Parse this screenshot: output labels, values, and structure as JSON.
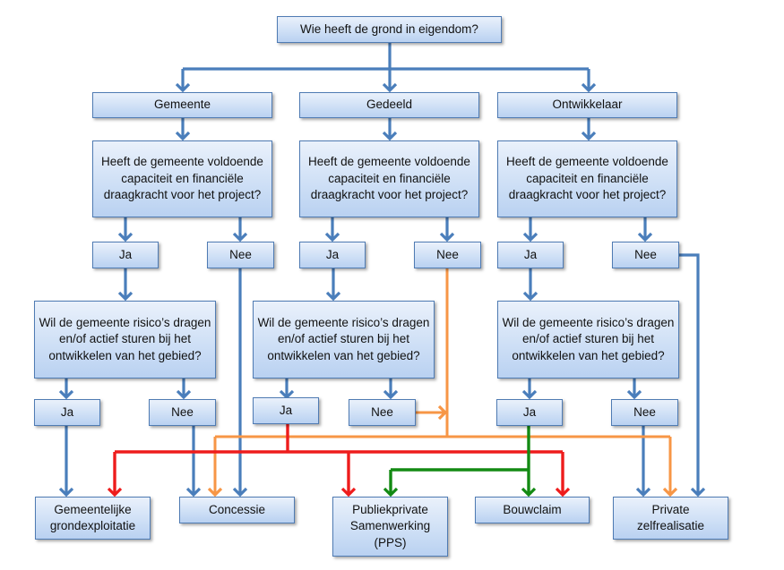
{
  "diagram": {
    "root": "Wie heeft de grond in eigendom?",
    "branches": [
      {
        "label": "Gemeente",
        "question1": "Heeft de gemeente voldoende capaciteit en financiële draagkracht voor het project?",
        "yes1": "Ja",
        "no1": "Nee",
        "question2": "Wil de gemeente risico’s dragen en/of actief sturen bij het ontwikkelen van het gebied?",
        "yes2": "Ja",
        "no2": "Nee"
      },
      {
        "label": "Gedeeld",
        "question1": "Heeft de gemeente voldoende capaciteit en financiële draagkracht voor het project?",
        "yes1": "Ja",
        "no1": "Nee",
        "question2": "Wil de gemeente risico’s dragen en/of actief sturen bij het ontwikkelen van het gebied?",
        "yes2": "Ja",
        "no2": "Nee"
      },
      {
        "label": "Ontwikkelaar",
        "question1": "Heeft de gemeente voldoende capaciteit en financiële draagkracht voor het project?",
        "yes1": "Ja",
        "no1": "Nee",
        "question2": "Wil de gemeente risico’s dragen en/of actief sturen bij het ontwikkelen van het gebied?",
        "yes2": "Ja",
        "no2": "Nee"
      }
    ],
    "outcomes": [
      {
        "id": "gemeentelijke-grondexploitatie",
        "label": "Gemeentelijke grondexploitatie"
      },
      {
        "id": "concessie",
        "label": "Concessie"
      },
      {
        "id": "pps",
        "label": "Publiekprivate Samenwerking (PPS)"
      },
      {
        "id": "bouwclaim",
        "label": "Bouwclaim"
      },
      {
        "id": "private-zelfrealisatie",
        "label": "Private zelfrealisatie"
      }
    ]
  },
  "colors": {
    "blue": "#4a7ebb",
    "orange": "#f79646",
    "red": "#ee1c1c",
    "green": "#138a13"
  },
  "connectors": {
    "blue": [
      "root -> gemeente",
      "root -> gedeeld",
      "root -> ontwikkelaar",
      "gemeente.ja2 -> gemeentelijke-grondexploitatie",
      "gemeente.nee2 -> concessie",
      "gemeente.nee1 -> concessie",
      "ontwikkelaar.nee2 -> private-zelfrealisatie",
      "ontwikkelaar.nee1 -> private-zelfrealisatie"
    ],
    "orange": [
      "gedeeld.nee1 + gedeeld.nee2 -> concessie, private-zelfrealisatie"
    ],
    "red": [
      "gedeeld.ja2 -> gemeentelijke-grondexploitatie, pps, bouwclaim"
    ],
    "green": [
      "ontwikkelaar.ja2 -> pps, bouwclaim"
    ]
  }
}
